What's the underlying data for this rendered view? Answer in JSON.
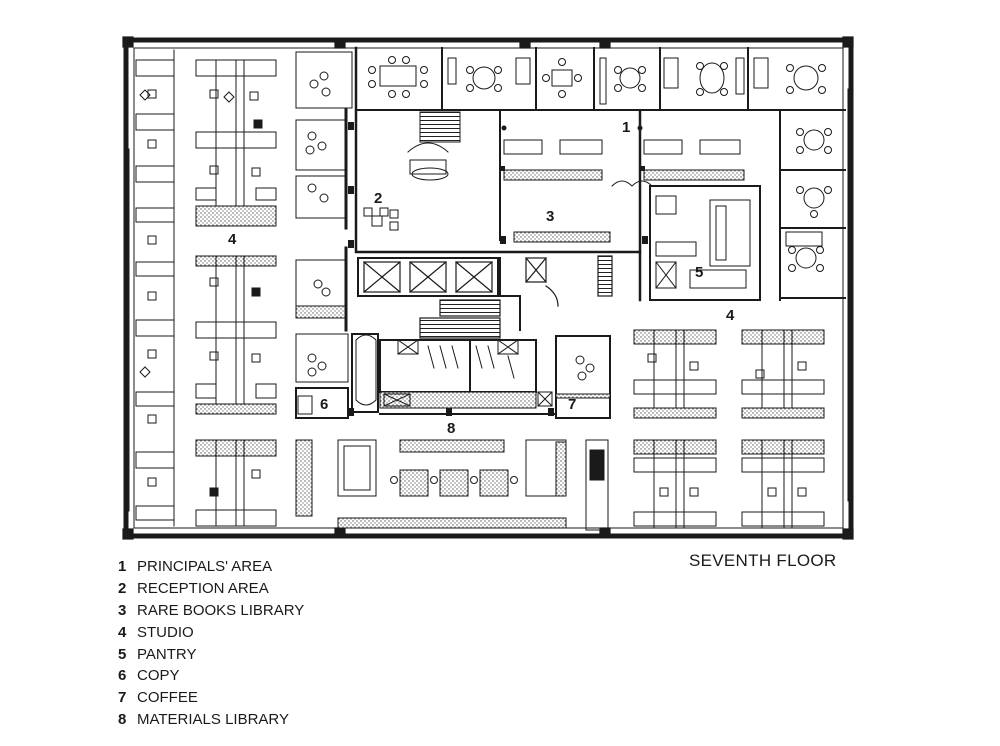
{
  "floor_title": "SEVENTH FLOOR",
  "room_numbers": {
    "principals": "1",
    "reception": "2",
    "rare_books": "3",
    "studio_west": "4",
    "studio_east": "4",
    "pantry": "5",
    "copy": "6",
    "coffee": "7",
    "materials": "8"
  },
  "legend": [
    {
      "number": "1",
      "label": "PRINCIPALS' AREA"
    },
    {
      "number": "2",
      "label": "RECEPTION AREA"
    },
    {
      "number": "3",
      "label": "RARE BOOKS LIBRARY"
    },
    {
      "number": "4",
      "label": "STUDIO"
    },
    {
      "number": "5",
      "label": "PANTRY"
    },
    {
      "number": "6",
      "label": "COPY"
    },
    {
      "number": "7",
      "label": "COFFEE"
    },
    {
      "number": "8",
      "label": "MATERIALS LIBRARY"
    }
  ],
  "colors": {
    "ink": "#1a1a1a",
    "paper": "#ffffff",
    "hatch": "#b5b5b5"
  }
}
